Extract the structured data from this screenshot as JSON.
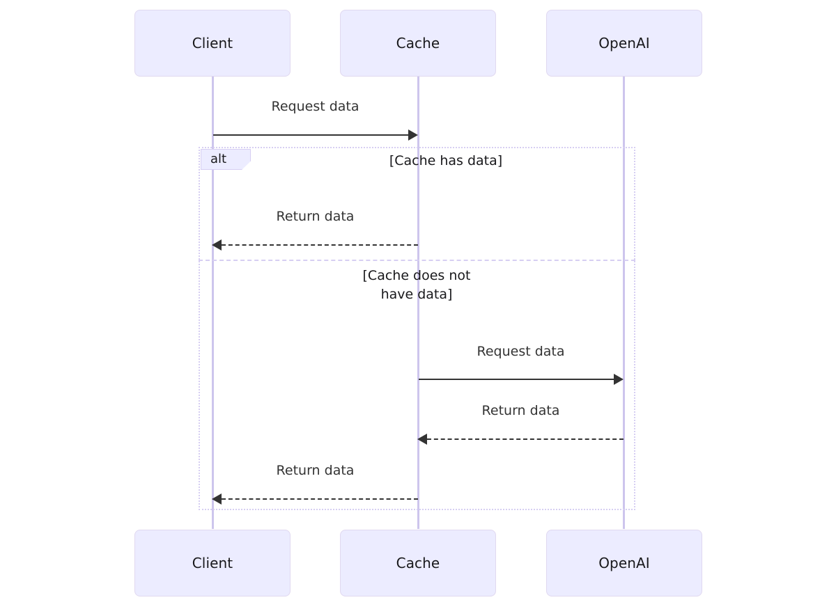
{
  "diagram": {
    "type": "sequence-diagram",
    "title": "",
    "colors": {
      "actor_fill": "#ECECFF",
      "actor_stroke": "#E0D8F0",
      "lifeline": "#CDC5ED",
      "fragment_border": "#D6CEF2",
      "message_line": "#333333",
      "text": "#18181b",
      "background": "#ffffff"
    },
    "participants": [
      {
        "id": "client",
        "label": "Client"
      },
      {
        "id": "cache",
        "label": "Cache"
      },
      {
        "id": "openai",
        "label": "OpenAI"
      }
    ],
    "fragment": {
      "kind": "alt",
      "tag_label": "alt",
      "branches": [
        {
          "condition": "[Cache has data]"
        },
        {
          "condition": "[Cache does not\nhave data]"
        }
      ]
    },
    "messages": [
      {
        "from": "client",
        "to": "cache",
        "label": "Request data",
        "style": "solid"
      },
      {
        "from": "cache",
        "to": "client",
        "label": "Return data",
        "style": "dashed"
      },
      {
        "from": "cache",
        "to": "openai",
        "label": "Request data",
        "style": "solid"
      },
      {
        "from": "openai",
        "to": "cache",
        "label": "Return data",
        "style": "dashed"
      },
      {
        "from": "cache",
        "to": "client",
        "label": "Return data",
        "style": "dashed"
      }
    ]
  }
}
